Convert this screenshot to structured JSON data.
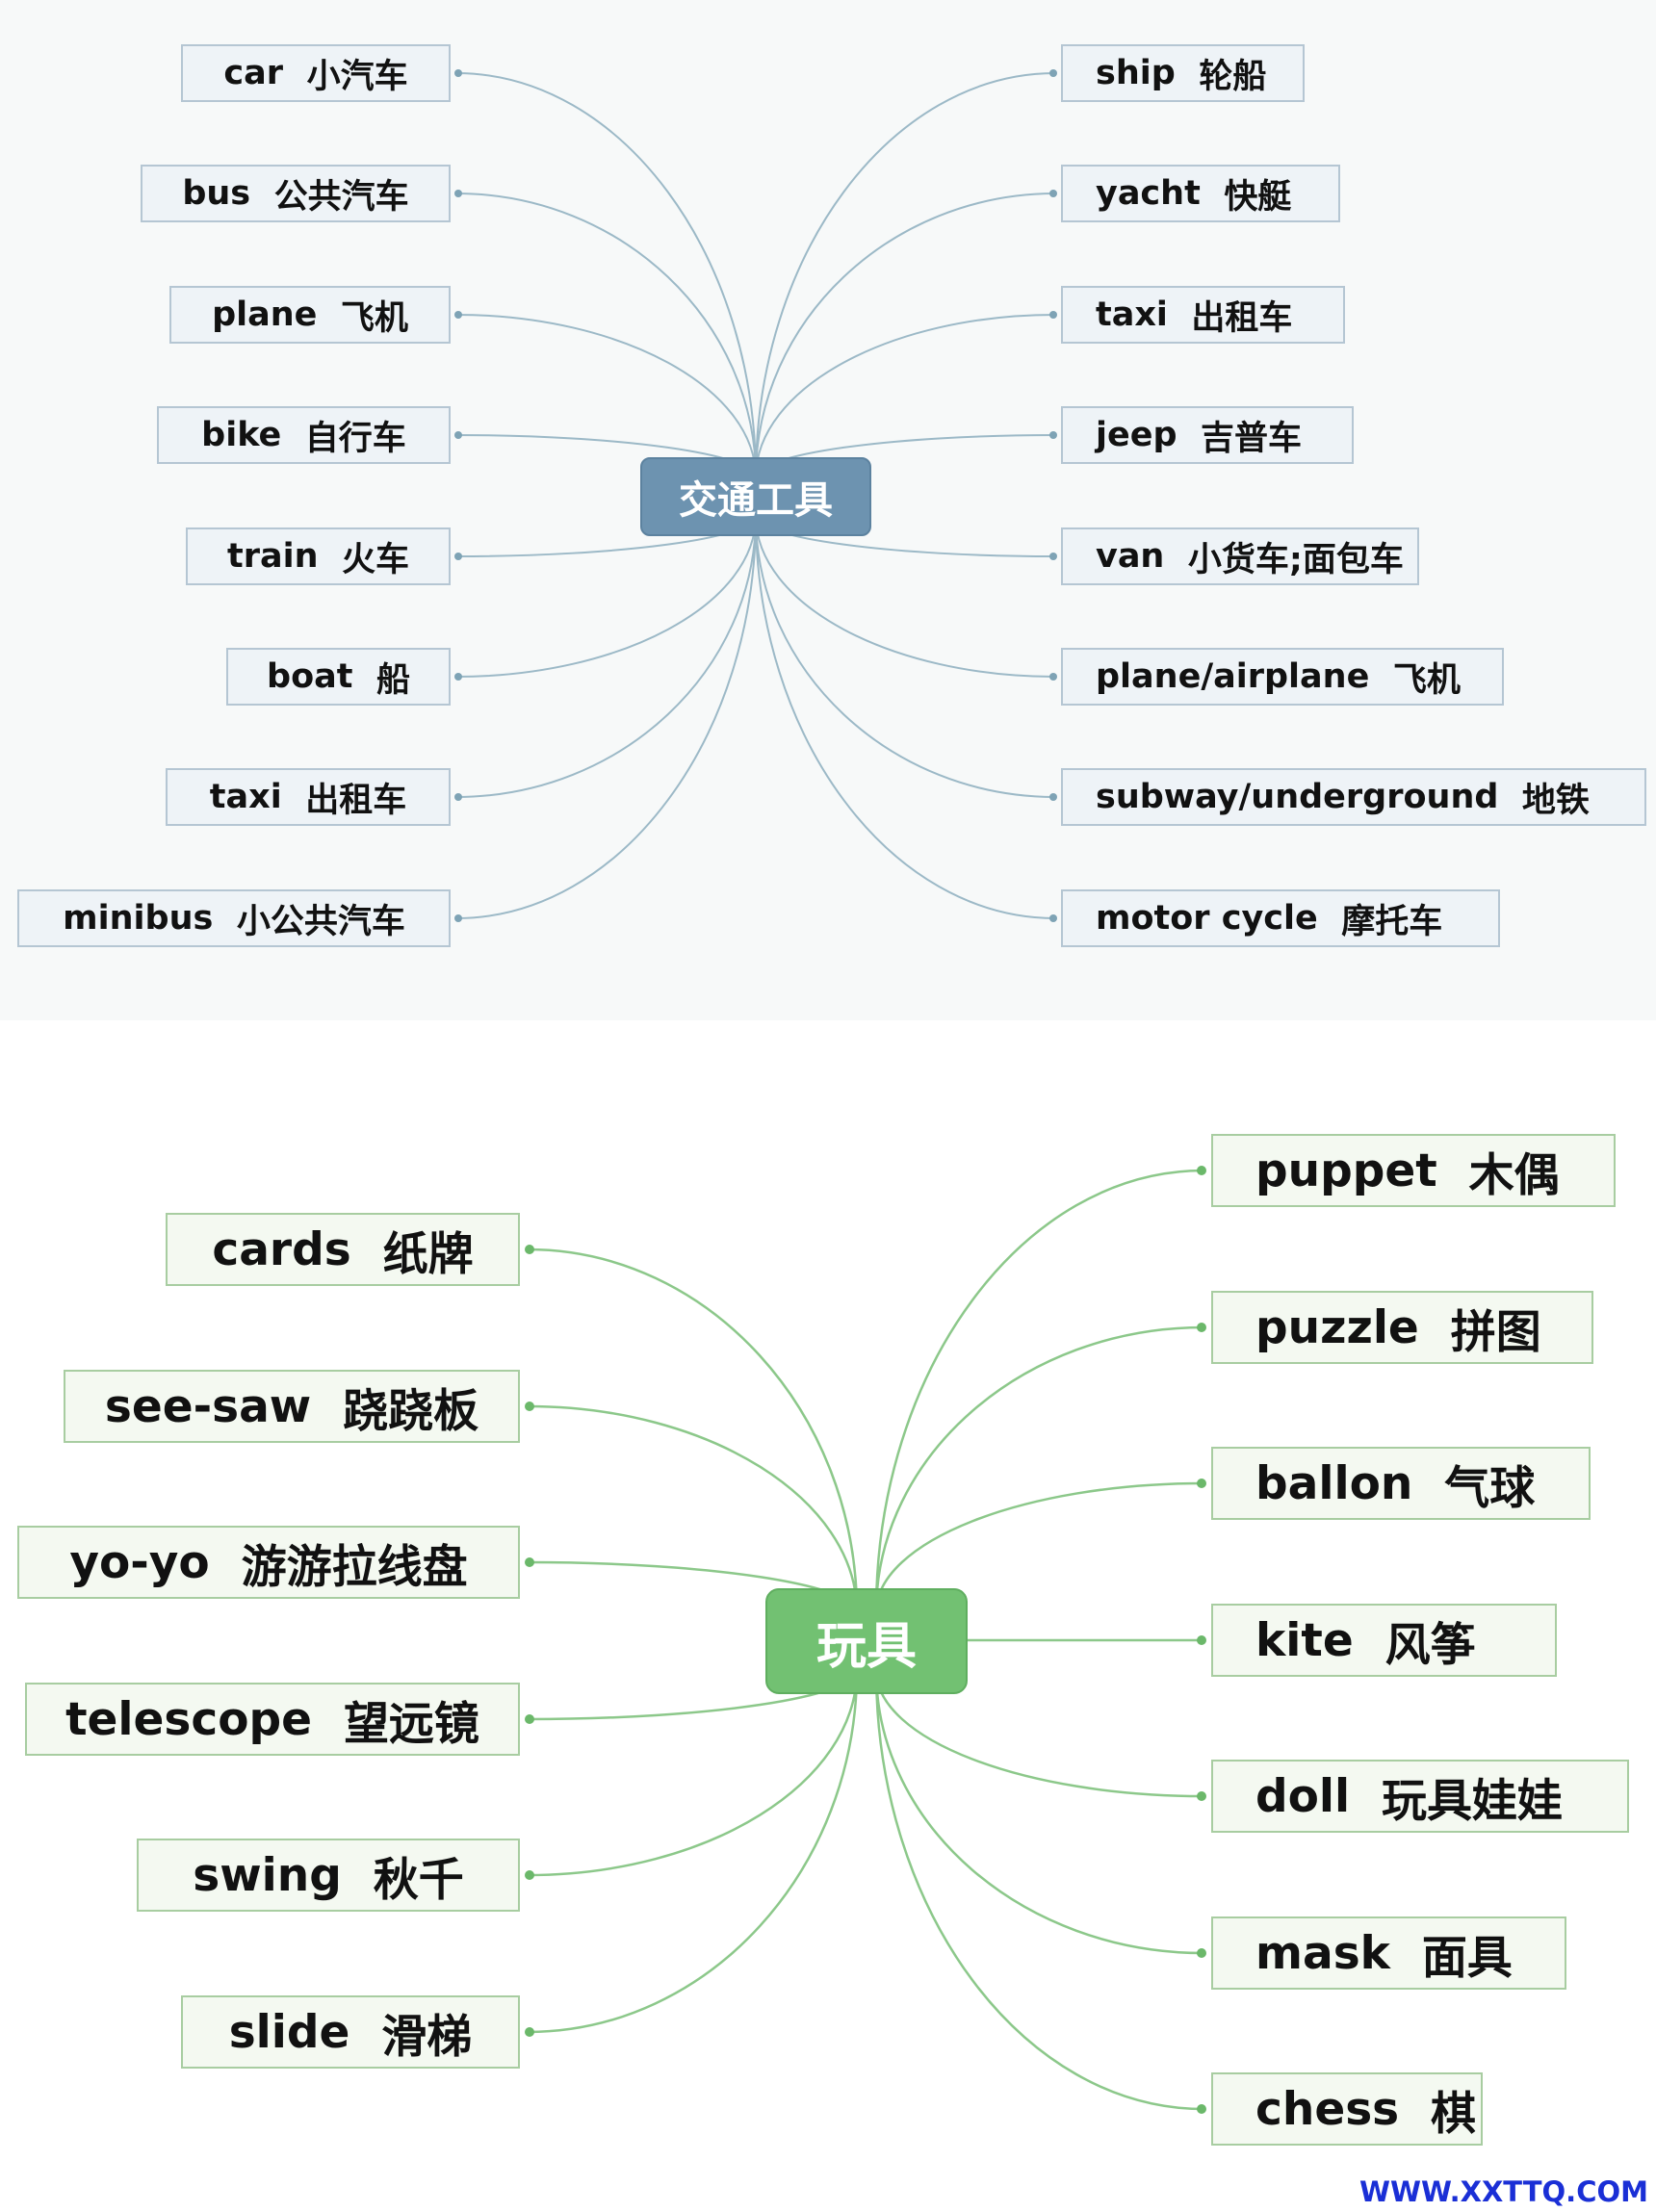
{
  "transport": {
    "center": "交通工具",
    "left": [
      {
        "en": "car",
        "zh": "小汽车"
      },
      {
        "en": "bus",
        "zh": "公共汽车"
      },
      {
        "en": "plane",
        "zh": "飞机"
      },
      {
        "en": "bike",
        "zh": "自行车"
      },
      {
        "en": "train",
        "zh": "火车"
      },
      {
        "en": "boat",
        "zh": "船"
      },
      {
        "en": "taxi",
        "zh": "出租车"
      },
      {
        "en": "minibus",
        "zh": "小公共汽车"
      }
    ],
    "right": [
      {
        "en": "ship",
        "zh": "轮船"
      },
      {
        "en": "yacht",
        "zh": "快艇"
      },
      {
        "en": "taxi",
        "zh": "出租车"
      },
      {
        "en": "jeep",
        "zh": "吉普车"
      },
      {
        "en": "van",
        "zh": "小货车;面包车"
      },
      {
        "en": "plane/airplane",
        "zh": "飞机"
      },
      {
        "en": "subway/underground",
        "zh": "地铁"
      },
      {
        "en": "motor cycle",
        "zh": "摩托车"
      }
    ]
  },
  "toys": {
    "center": "玩具",
    "left": [
      {
        "en": "cards",
        "zh": "纸牌"
      },
      {
        "en": "see-saw",
        "zh": "跷跷板"
      },
      {
        "en": "yo-yo",
        "zh": "游游拉线盘"
      },
      {
        "en": "telescope",
        "zh": "望远镜"
      },
      {
        "en": "swing",
        "zh": "秋千"
      },
      {
        "en": "slide",
        "zh": "滑梯"
      }
    ],
    "right": [
      {
        "en": "puppet",
        "zh": "木偶"
      },
      {
        "en": "puzzle",
        "zh": "拼图"
      },
      {
        "en": "ballon",
        "zh": "气球"
      },
      {
        "en": "kite",
        "zh": "风筝"
      },
      {
        "en": "doll",
        "zh": "玩具娃娃"
      },
      {
        "en": "mask",
        "zh": "面具"
      },
      {
        "en": "chess",
        "zh": "棋"
      }
    ]
  },
  "colors": {
    "transport_hub": "#6d93b0",
    "transport_line": "#9cb9c7",
    "toys_hub": "#72c172",
    "toys_line": "#8cc88a",
    "watermark": "#1a2fd6"
  },
  "watermark": "WWW.XXTTQ.COM"
}
